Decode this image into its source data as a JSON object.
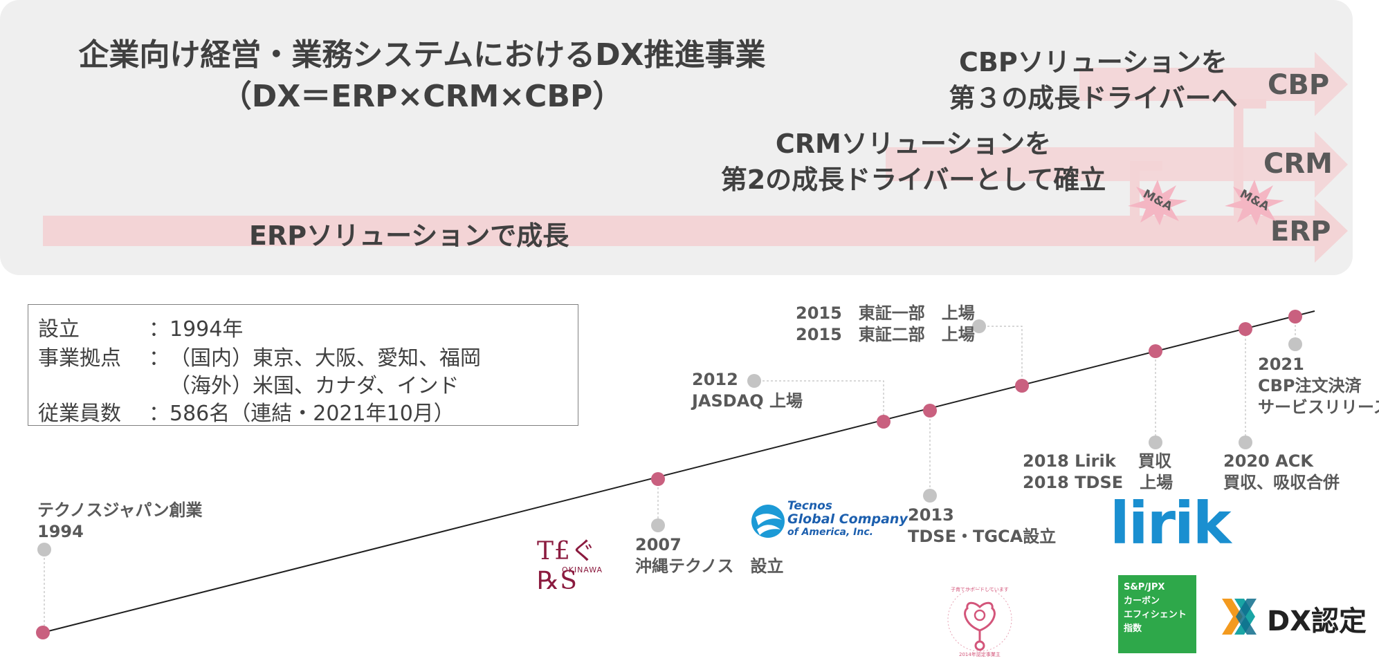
{
  "headline": {
    "line1": "企業向け経営・業務システムにおけるDX推進事業",
    "line2": "（DX＝ERP×CRM×CBP）"
  },
  "tracks": {
    "cbp": {
      "label": "CBP",
      "text_line1": "CBPソリューションを",
      "text_line2": "第３の成長ドライバーへ"
    },
    "crm": {
      "label": "CRM",
      "text_line1": "CRMソリューションを",
      "text_line2": "第2の成長ドライバーとして確立"
    },
    "erp": {
      "label": "ERP",
      "text": "ERPソリューションで成長"
    }
  },
  "badges": {
    "ma1": "M&A",
    "ma2": "M&A"
  },
  "company_info": {
    "established_label": "設立",
    "established_value": "：1994年",
    "bases_label": "事業拠点",
    "bases_sep": "：",
    "bases_domestic": "（国内）東京、大阪、愛知、福岡",
    "bases_overseas": "（海外）米国、カナダ、インド",
    "employees_label": "従業員数",
    "employees_value": "：586名（連結・2021年10月）"
  },
  "events": {
    "e1994": {
      "line1": "テクノスジャパン創業",
      "line2": "1994"
    },
    "e2007": {
      "line1": "2007",
      "line2": "沖縄テクノス　設立"
    },
    "e2012": {
      "line1": "2012",
      "line2": "JASDAQ 上場"
    },
    "e2013": {
      "line1": "2013",
      "line2": "TDSE・TGCA設立"
    },
    "e2015": {
      "line1": "2015　東証一部　上場",
      "line2": "2015　東証二部　上場"
    },
    "e2018": {
      "line1": "2018 Lirik　 買収",
      "line2": "2018 TDSE　上場"
    },
    "e2020": {
      "line1": "2020 ACK",
      "line2": "買収、吸収合併"
    },
    "e2021": {
      "line1": "2021",
      "line2": "CBP注文決済",
      "line3": "サービスリリース"
    }
  },
  "logos": {
    "okinawa_mark": "T£ぐ℞S",
    "okinawa_sub": "OKINAWA",
    "tgca_line1": "Tecnos",
    "tgca_line2": "Global Company",
    "tgca_line3": "of America, Inc.",
    "lirik": "lirik",
    "kurumin_text": "子育てサポートしています",
    "kurumin_year": "2014年認定事業主",
    "sp_line1": "S&P/JPX",
    "sp_line2": "カーボン",
    "sp_line3": "エフィシェント",
    "sp_line4": "指数",
    "dx": "DX認定"
  },
  "colors": {
    "banner_bg": "#efefef",
    "arrow_fill": "#f3d4d6",
    "dot_pink": "#c9607f",
    "dot_grey": "#c4c4c4",
    "text": "#404040",
    "lirik_blue": "#1a8fd0",
    "sp_green": "#2ea84a"
  }
}
